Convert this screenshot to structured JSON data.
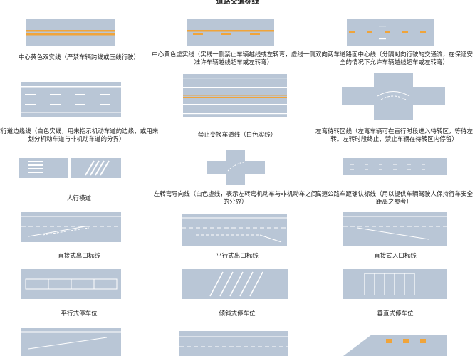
{
  "title": "道路交通标线",
  "colors": {
    "road": "#b9c6d6",
    "yellow": "#f0a43a",
    "white": "#ffffff"
  },
  "items": [
    {
      "caption": "中心黄色双实线（严禁车辆跨线或压线行驶）"
    },
    {
      "caption": "中心黄色虚实线（实线一侧禁止车辆越线或左转弯，虚线一侧准许车辆越线超车或左转弯）"
    },
    {
      "caption": "双向两车道路面中心线（分隔对向行驶的交通流，在保证安全的情况下允许车辆越线超车或左转弯）"
    },
    {
      "caption": "车行道边缘线（白色实线，用来指示机动车道的边缘，或用来划分机动车道与非机动车道的分界）"
    },
    {
      "caption": "禁止变换车道线（白色实线）"
    },
    {
      "caption": "左弯待转区线（左弯车辆可在直行时段进入待转区，等待左转。左转时段终止，禁止车辆在待转区内停留）"
    },
    {
      "caption": "人行横道"
    },
    {
      "caption": "左转弯导向线（白色虚线，表示左转弯机动车与非机动车之间的分界）"
    },
    {
      "caption": "高速公路车距确认标线（用以提供车辆驾驶人保持行车安全距离之参考）"
    },
    {
      "caption": "直接式出口标线"
    },
    {
      "caption": "平行式出口标线"
    },
    {
      "caption": "直接式入口标线"
    },
    {
      "caption": "平行式停车位"
    },
    {
      "caption": "倾斜式停车位"
    },
    {
      "caption": "垂直式停车位"
    }
  ]
}
